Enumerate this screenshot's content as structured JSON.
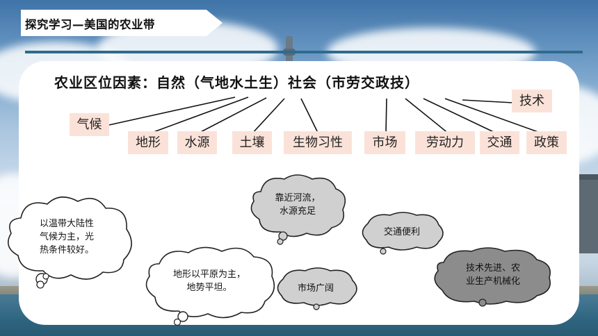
{
  "slide": {
    "title": "探究学习—美国的农业带",
    "heading": "农业区位因素：自然（气地水土生）社会（市劳交政技）"
  },
  "factors": {
    "natural": [
      "气候",
      "地形",
      "水源",
      "土壤",
      "生物习性"
    ],
    "social": [
      "市场",
      "劳动力",
      "交通",
      "政策",
      "技术"
    ]
  },
  "bubbles": {
    "climate": "以温带大陆性\n气候为主，光\n热条件较好。",
    "terrain": "地形以平原为主，\n地势平坦。",
    "water": "靠近河流，\n水源充足",
    "market": "市场广阔",
    "transport": "交通便利",
    "technology": "技术先进、农\n业生产机械化"
  },
  "colors": {
    "tag_fill": "#fbe2d8",
    "rule": "#2f6b8c",
    "bubble_white": "#ffffff",
    "bubble_gray": "#8c8c8c"
  }
}
